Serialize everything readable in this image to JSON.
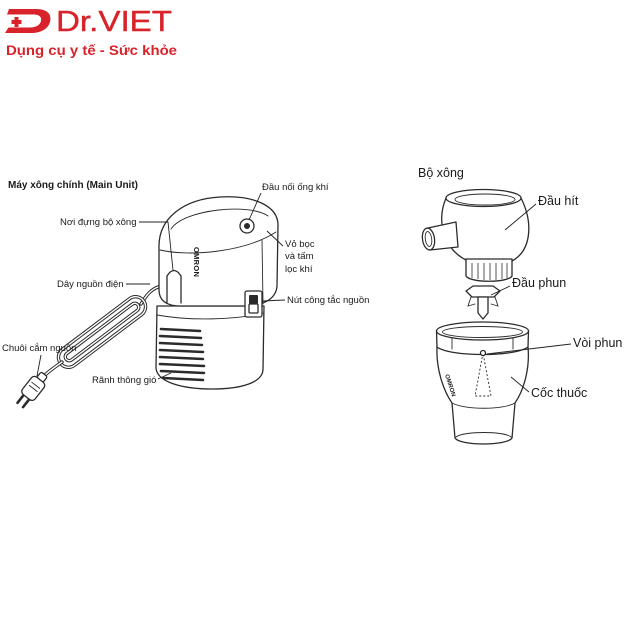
{
  "brand": {
    "name": "Dr.VIET",
    "tagline": "Dụng cụ y tế - Sức khỏe",
    "color": "#d8232a"
  },
  "main_unit": {
    "title": "Máy xông chính (Main Unit)",
    "device_brand": "OMRON",
    "labels": {
      "air_tube_connector": "Đầu nối ống khí",
      "kit_storage": "Nơi đựng bộ xông",
      "air_filter_cover": [
        "Vỏ bọc",
        "và tấm",
        "lọc khí"
      ],
      "power_cord": "Dây nguồn điện",
      "power_switch": "Nút công tắc nguồn",
      "power_plug": "Chuôi cắm nguồn",
      "ventilation_slots": "Rãnh thông gió"
    }
  },
  "nebulizer_kit": {
    "title": "Bộ xông",
    "cup_brand": "OMRON",
    "labels": {
      "inhalation_top": "Đầu hít",
      "baffle": "Đầu phun",
      "nozzle": "Vòi phun",
      "medication_cup": "Cốc thuốc"
    }
  },
  "colors": {
    "line": "#2b2b2b",
    "background": "#ffffff"
  }
}
